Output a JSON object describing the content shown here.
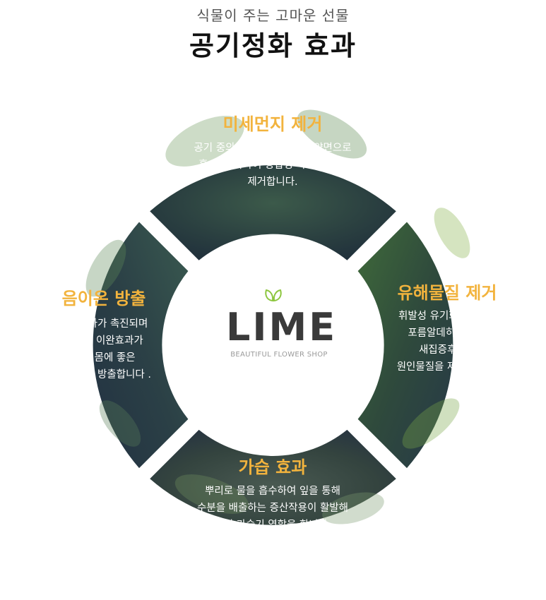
{
  "header": {
    "subtitle": "식물이 주는 고마운 선물",
    "title": "공기정화 효과"
  },
  "center": {
    "brand": "LIME",
    "tagline": "BEAUTIFUL FLOWER SHOP"
  },
  "segments": [
    {
      "title": "미세먼지 제거",
      "lines": [
        "공기 중의 오염 물질을 잎의 양면으로",
        "흡수, 흡착하여 광합성 과정을 거쳐",
        "제거합니다."
      ]
    },
    {
      "title": "유해물질 제거",
      "lines": [
        "휘발성 유기화합물이나",
        "포름알데히드 같은",
        "새집증후군의",
        "원인물질을 제거합니다."
      ]
    },
    {
      "title": "가습 효과",
      "lines": [
        "뿌리로 물을 흡수하여 잎을 통해",
        "수분을 배출하는 증산작용이 활발해",
        "천연 가습기 역할을 합니다."
      ]
    },
    {
      "title": "음이온 방출",
      "lines": [
        "신지대사가 촉진되며",
        "정신적 이완효과가",
        "있는 몸에 좋은",
        "음이온을 방출합니다 ."
      ]
    }
  ],
  "colors": {
    "accent": "#f2b33d",
    "overlay": "#2c3d55",
    "leaf": "#8dc63f"
  }
}
